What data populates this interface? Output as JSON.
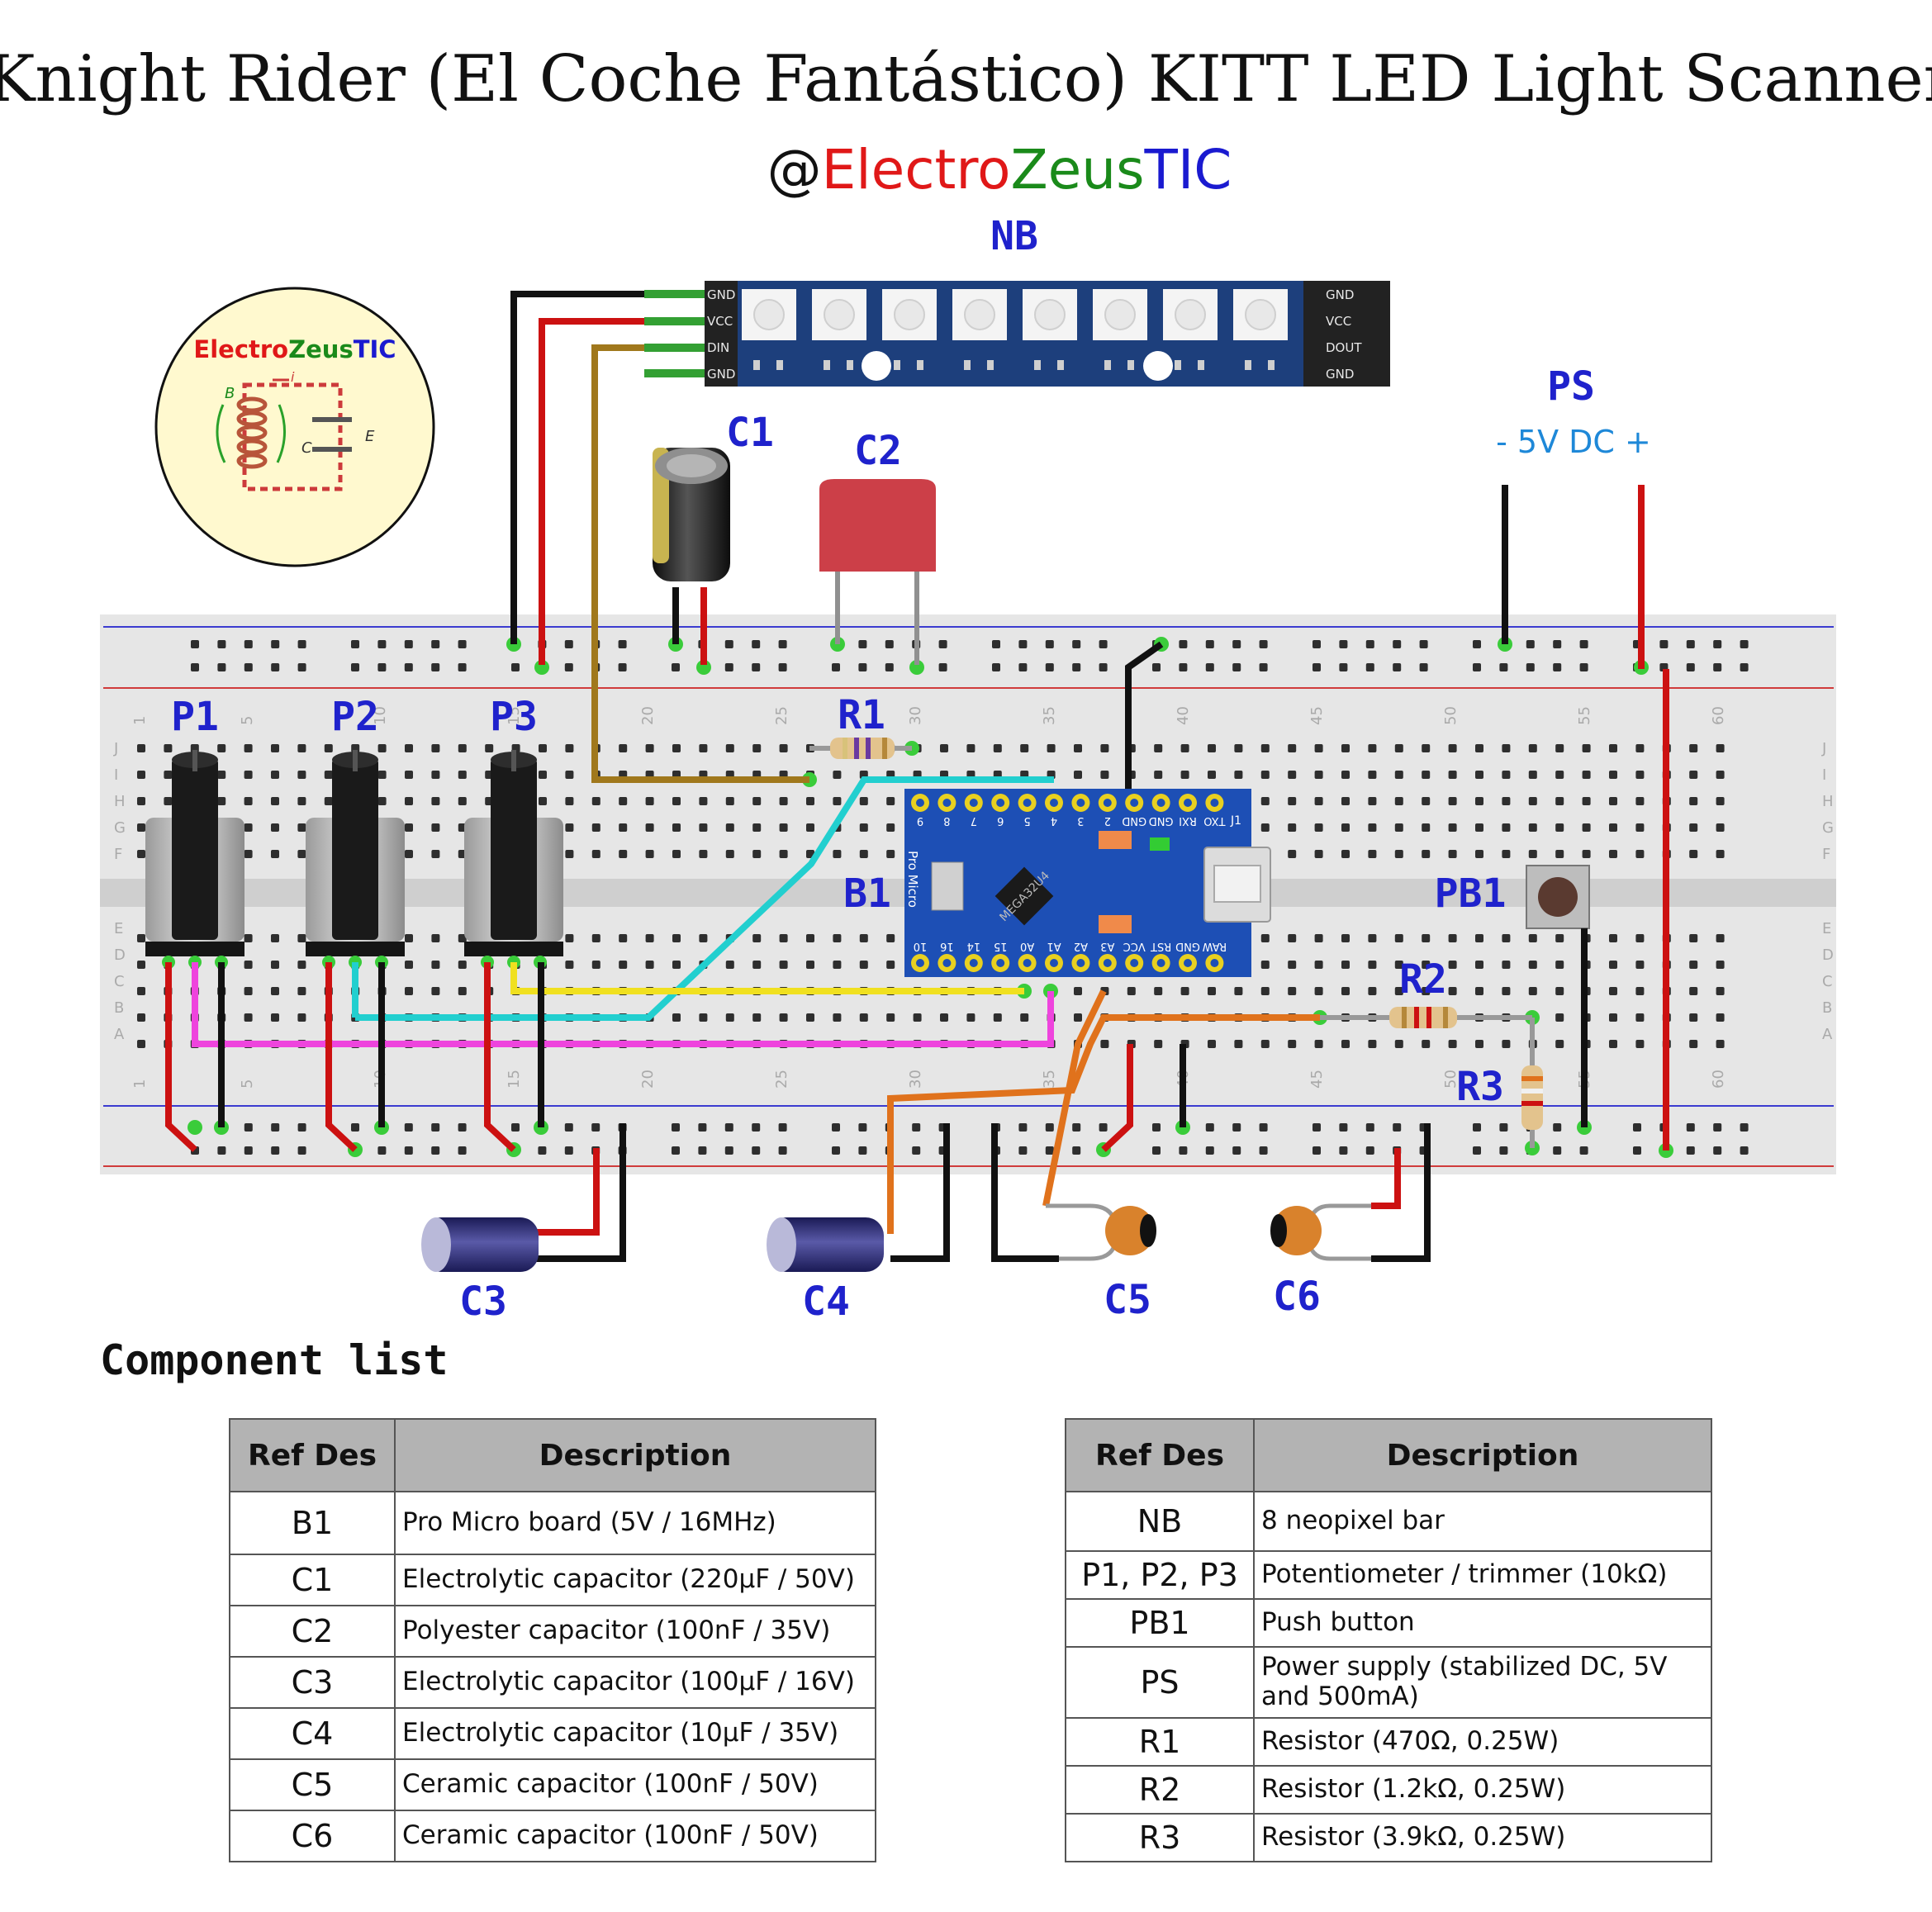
{
  "header": {
    "title": "Knight Rider (El Coche Fantástico) KITT LED Light Scanner",
    "handle_at": "@",
    "handle_a": "Electro",
    "handle_b": "Zeus",
    "handle_c": "TIC"
  },
  "logo": {
    "word_a": "Electro",
    "word_b": "Zeus",
    "word_c": "TIC"
  },
  "colors": {
    "label_blue": "#1f22cc",
    "brand_red": "#e01818",
    "brand_green": "#1a8a1a",
    "brand_blue": "#1a1ad0",
    "ps_blue": "#1e88d8",
    "wire_red": "#cc1111",
    "wire_black": "#111111",
    "wire_brown": "#a0781c",
    "wire_cyan": "#22cfcf",
    "wire_yellow": "#f0e020",
    "wire_magenta": "#ee44dd",
    "wire_orange": "#e0721c"
  },
  "labels": {
    "nb": "NB",
    "c1": "C1",
    "c2": "C2",
    "ps": "PS",
    "ps_sub": "- 5V DC +",
    "p1": "P1",
    "p2": "P2",
    "p3": "P3",
    "r1": "R1",
    "b1": "B1",
    "pb1": "PB1",
    "r2": "R2",
    "r3": "R3",
    "c3": "C3",
    "c4": "C4",
    "c5": "C5",
    "c6": "C6"
  },
  "neopixel": {
    "left_pins": [
      "GND",
      "VCC",
      "DIN",
      "GND"
    ],
    "right_pins": [
      "GND",
      "VCC",
      "DOUT",
      "GND"
    ],
    "led_count": 8
  },
  "board": {
    "top_pins": [
      "9",
      "8",
      "7",
      "6",
      "5",
      "4",
      "3",
      "2",
      "GND",
      "GND",
      "RXI",
      "TXO"
    ],
    "bottom_pins": [
      "10",
      "16",
      "14",
      "15",
      "A0",
      "A1",
      "A2",
      "A3",
      "VCC",
      "RST",
      "GND",
      "RAW"
    ],
    "side_text": "Pro Micro",
    "chip_text": "MEGA32U4",
    "j1": "J1"
  },
  "breadboard": {
    "col_numbers_top": [
      "1",
      "5",
      "10",
      "15",
      "20",
      "25",
      "30",
      "35",
      "40",
      "45",
      "50",
      "55",
      "60"
    ],
    "col_numbers_bottom": [
      "1",
      "5",
      "10",
      "15",
      "20",
      "25",
      "30",
      "35",
      "40",
      "45",
      "50",
      "55",
      "60"
    ],
    "row_letters_top": [
      "J",
      "I",
      "H",
      "G",
      "F"
    ],
    "row_letters_bottom": [
      "E",
      "D",
      "C",
      "B",
      "A"
    ]
  },
  "component_list": {
    "heading": "Component list",
    "headers": [
      "Ref Des",
      "Description"
    ],
    "left_rows": [
      {
        "ref": "B1",
        "desc": "Pro Micro board (5V / 16MHz)"
      },
      {
        "ref": "C1",
        "desc": "Electrolytic capacitor (220µF / 50V)"
      },
      {
        "ref": "C2",
        "desc": "Polyester capacitor (100nF / 35V)"
      },
      {
        "ref": "C3",
        "desc": "Electrolytic capacitor (100µF / 16V)"
      },
      {
        "ref": "C4",
        "desc": "Electrolytic capacitor (10µF / 35V)"
      },
      {
        "ref": "C5",
        "desc": "Ceramic capacitor (100nF / 50V)"
      },
      {
        "ref": "C6",
        "desc": "Ceramic capacitor (100nF / 50V)"
      }
    ],
    "right_rows": [
      {
        "ref": "NB",
        "desc": "8 neopixel bar"
      },
      {
        "ref": "P1, P2, P3",
        "desc": "Potentiometer / trimmer (10kΩ)"
      },
      {
        "ref": "PB1",
        "desc": "Push button"
      },
      {
        "ref": "PS",
        "desc": "Power supply (stabilized DC, 5V and 500mA)"
      },
      {
        "ref": "R1",
        "desc": "Resistor (470Ω, 0.25W)"
      },
      {
        "ref": "R2",
        "desc": "Resistor (1.2kΩ, 0.25W)"
      },
      {
        "ref": "R3",
        "desc": "Resistor (3.9kΩ, 0.25W)"
      }
    ]
  }
}
